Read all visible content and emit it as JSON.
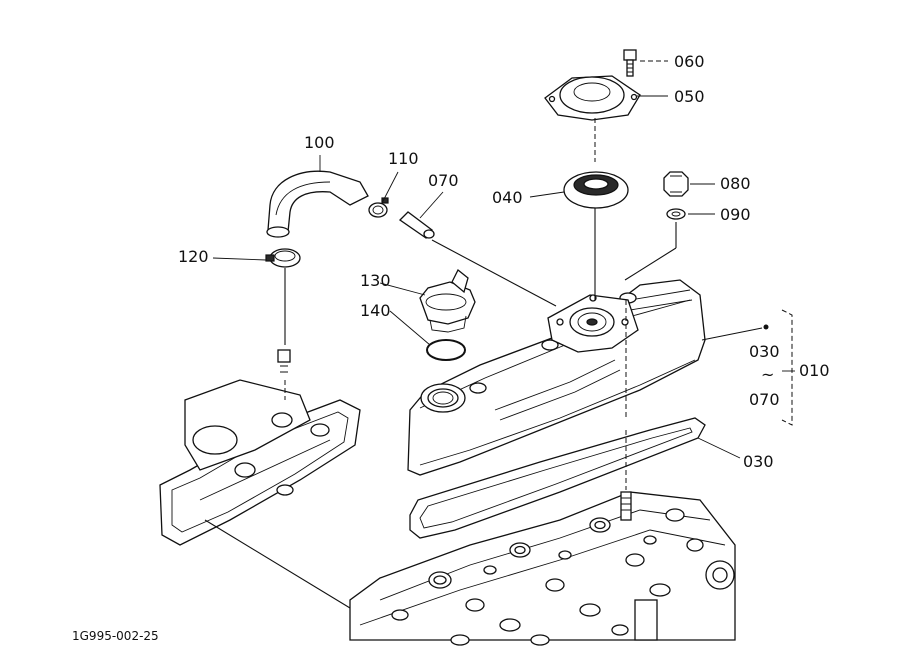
{
  "callouts": {
    "p060": "060",
    "p050": "050",
    "p100": "100",
    "p110": "110",
    "p070": "070",
    "p040": "040",
    "p080": "080",
    "p090": "090",
    "p120": "120",
    "p130": "130",
    "p140": "140",
    "p030_range": "030",
    "range_tilde": "~",
    "p070_range": "070",
    "p010": "010",
    "p030": "030"
  },
  "figure_ref": "1G995-002-25"
}
